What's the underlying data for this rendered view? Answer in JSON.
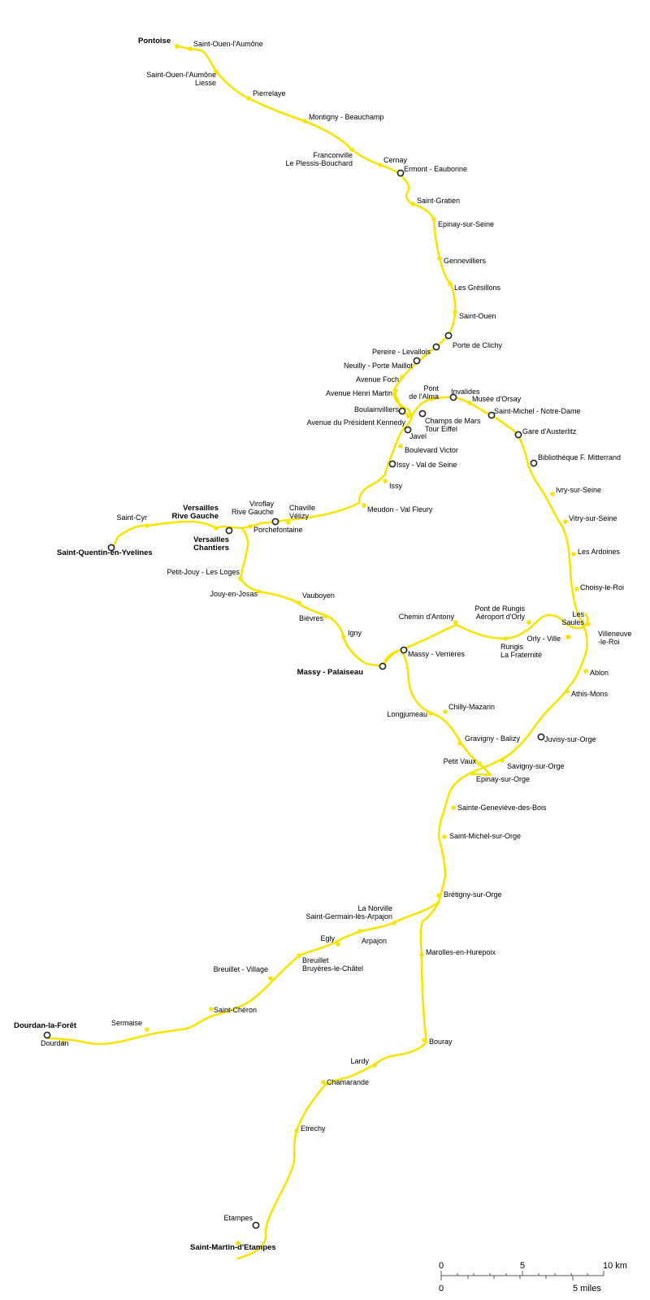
{
  "route_color": "#f7e400",
  "scale": {
    "km_zero": "0",
    "km_mid": "5",
    "km_end": "10 km",
    "mi_zero": "0",
    "mi_end": "5 miles"
  },
  "stations": [
    {
      "id": "pontoise",
      "name": "Pontoise",
      "terminus": true
    },
    {
      "id": "saint-ouen-laumone",
      "name": "Saint-Ouen-l'Aumône"
    },
    {
      "id": "saint-ouen-laumone-liesse",
      "name": "Saint-Ouen-l'Aumône|Liesse"
    },
    {
      "id": "pierrelaye",
      "name": "Pierrelaye"
    },
    {
      "id": "montigny-beauchamp",
      "name": "Montigny - Beauchamp"
    },
    {
      "id": "franconville",
      "name": "Franconville|Le Plessis-Bouchard"
    },
    {
      "id": "cernay",
      "name": "Cernay"
    },
    {
      "id": "ermont-eaubonne",
      "name": "Ermont - Eaubonne",
      "hub": true
    },
    {
      "id": "saint-gratien",
      "name": "Saint-Gratien"
    },
    {
      "id": "epinay-sur-seine",
      "name": "Epinay-sur-Seine"
    },
    {
      "id": "gennevilliers",
      "name": "Gennevilliers"
    },
    {
      "id": "les-gresillons",
      "name": "Les Grésillons"
    },
    {
      "id": "saint-ouen",
      "name": "Saint-Ouen"
    },
    {
      "id": "porte-de-clichy",
      "name": "Porte de Clichy",
      "hub": true
    },
    {
      "id": "pereire-levallois",
      "name": "Pereire - Levallois",
      "hub": true
    },
    {
      "id": "neuilly-porte-maillot",
      "name": "Neuilly - Porte Maillot",
      "hub": true
    },
    {
      "id": "avenue-foch",
      "name": "Avenue Foch"
    },
    {
      "id": "avenue-henri-martin",
      "name": "Avenue Henri Martin"
    },
    {
      "id": "boulainvilliers",
      "name": "Boulainvilliers",
      "hub": true
    },
    {
      "id": "avenue-president-kennedy",
      "name": "Avenue du Président Kennedy"
    },
    {
      "id": "pont-de-lalma",
      "name": "Pont|de l'Alma"
    },
    {
      "id": "invalides",
      "name": "Invalides",
      "hub": true
    },
    {
      "id": "musee-dorsay",
      "name": "Musée d'Orsay"
    },
    {
      "id": "saint-michel-notre-dame",
      "name": "Saint-Michel - Notre-Dame",
      "hub": true
    },
    {
      "id": "champs-de-mars",
      "name": "Champs de Mars|Tour Eiffel",
      "hub": true
    },
    {
      "id": "javel",
      "name": "Javel",
      "hub": true
    },
    {
      "id": "gare-dausterlitz",
      "name": "Gare d'Austerlitz",
      "hub": true
    },
    {
      "id": "boulevard-victor",
      "name": "Boulevard Victor"
    },
    {
      "id": "bibliotheque",
      "name": "Bibliothèque F. Mitterrand",
      "hub": true
    },
    {
      "id": "issy-val-de-seine",
      "name": "Issy - Val de Seine",
      "hub": true
    },
    {
      "id": "issy",
      "name": "Issy"
    },
    {
      "id": "ivry-sur-seine",
      "name": "Ivry-sur-Seine"
    },
    {
      "id": "meudon-val-fleury",
      "name": "Meudon - Val Fleury"
    },
    {
      "id": "vitry-sur-seine",
      "name": "Vitry-sur-Seine"
    },
    {
      "id": "versailles-rive-gauche",
      "name": "Versailles|Rive Gauche",
      "terminus": true
    },
    {
      "id": "viroflay-rive-gauche",
      "name": "Viroflay|Rive Gauche",
      "hub": true
    },
    {
      "id": "chaville-velizy",
      "name": "Chaville|Vélizy"
    },
    {
      "id": "saint-cyr",
      "name": "Saint-Cyr"
    },
    {
      "id": "porchefontaine",
      "name": "Porchefontaine"
    },
    {
      "id": "versailles-chantiers",
      "name": "Versailles|Chantiers",
      "terminus": true,
      "hub": true
    },
    {
      "id": "saint-quentin",
      "name": "Saint-Quentin-en-Yvelines",
      "terminus": true,
      "hub": true
    },
    {
      "id": "les-ardoines",
      "name": "Les Ardoines"
    },
    {
      "id": "petit-jouy",
      "name": "Petit-Jouy - Les Loges"
    },
    {
      "id": "choisy-le-roi",
      "name": "Choisy-le-Roi"
    },
    {
      "id": "jouy-en-josas",
      "name": "Jouy-en-Josas"
    },
    {
      "id": "vauboyen",
      "name": "Vauboyen"
    },
    {
      "id": "chemin-dantony",
      "name": "Chemin d'Antony"
    },
    {
      "id": "pont-de-rungis",
      "name": "Pont de Rungis|Aéroport d'Orly"
    },
    {
      "id": "les-saules",
      "name": "Les|Saules"
    },
    {
      "id": "bievres",
      "name": "Bièvres"
    },
    {
      "id": "villeneuve-le-roi",
      "name": "Villeneuve|-le-Roi"
    },
    {
      "id": "igny",
      "name": "Igny"
    },
    {
      "id": "orly-ville",
      "name": "Orly - Ville"
    },
    {
      "id": "rungis",
      "name": "Rungis|La Fraternité"
    },
    {
      "id": "massy-verrieres",
      "name": "Massy - Verrières",
      "hub": true
    },
    {
      "id": "massy-palaiseau",
      "name": "Massy - Palaiseau",
      "terminus": true,
      "hub": true
    },
    {
      "id": "ablon",
      "name": "Ablon"
    },
    {
      "id": "athis-mons",
      "name": "Athis-Mons"
    },
    {
      "id": "chilly-mazarin",
      "name": "Chilly-Mazarin"
    },
    {
      "id": "longjumeau",
      "name": "Longjumeau"
    },
    {
      "id": "juvisy",
      "name": "Juvisy-sur-Orge",
      "hub": true
    },
    {
      "id": "gravigny-balizy",
      "name": "Gravigny - Balizy"
    },
    {
      "id": "petit-vaux",
      "name": "Petit Vaux"
    },
    {
      "id": "savigny",
      "name": "Savigny-sur-Orge"
    },
    {
      "id": "epinay-sur-orge",
      "name": "Epinay-sur-Orge"
    },
    {
      "id": "sainte-genevieve",
      "name": "Sainte-Geneviève-des-Bois"
    },
    {
      "id": "saint-michel-sur-orge",
      "name": "Saint-Michel-sur-Orge"
    },
    {
      "id": "bretigny",
      "name": "Brétigny-sur-Orge"
    },
    {
      "id": "la-norville",
      "name": "La Norville|Saint-Germain-lès-Arpajon"
    },
    {
      "id": "egly",
      "name": "Egly"
    },
    {
      "id": "arpajon",
      "name": "Arpajon"
    },
    {
      "id": "marolles",
      "name": "Marolles-en-Hurepoix"
    },
    {
      "id": "breuillet-bruyeres",
      "name": "Breuillet|Bruyères-le-Châtel"
    },
    {
      "id": "breuillet-village",
      "name": "Breuillet - Village"
    },
    {
      "id": "saint-cheron",
      "name": "Saint-Chéron"
    },
    {
      "id": "sermaise",
      "name": "Sermaise"
    },
    {
      "id": "dourdan-la-foret",
      "name": "Dourdan-la-Forêt",
      "terminus": true,
      "hub": true
    },
    {
      "id": "dourdan",
      "name": "Dourdan"
    },
    {
      "id": "bouray",
      "name": "Bouray"
    },
    {
      "id": "lardy",
      "name": "Lardy"
    },
    {
      "id": "chamarande",
      "name": "Chamarande"
    },
    {
      "id": "etrechy",
      "name": "Etrechy"
    },
    {
      "id": "etampes",
      "name": "Etampes",
      "hub": true
    },
    {
      "id": "saint-martin-detampes",
      "name": "Saint-Martin-d'Etampes",
      "terminus": true
    }
  ]
}
